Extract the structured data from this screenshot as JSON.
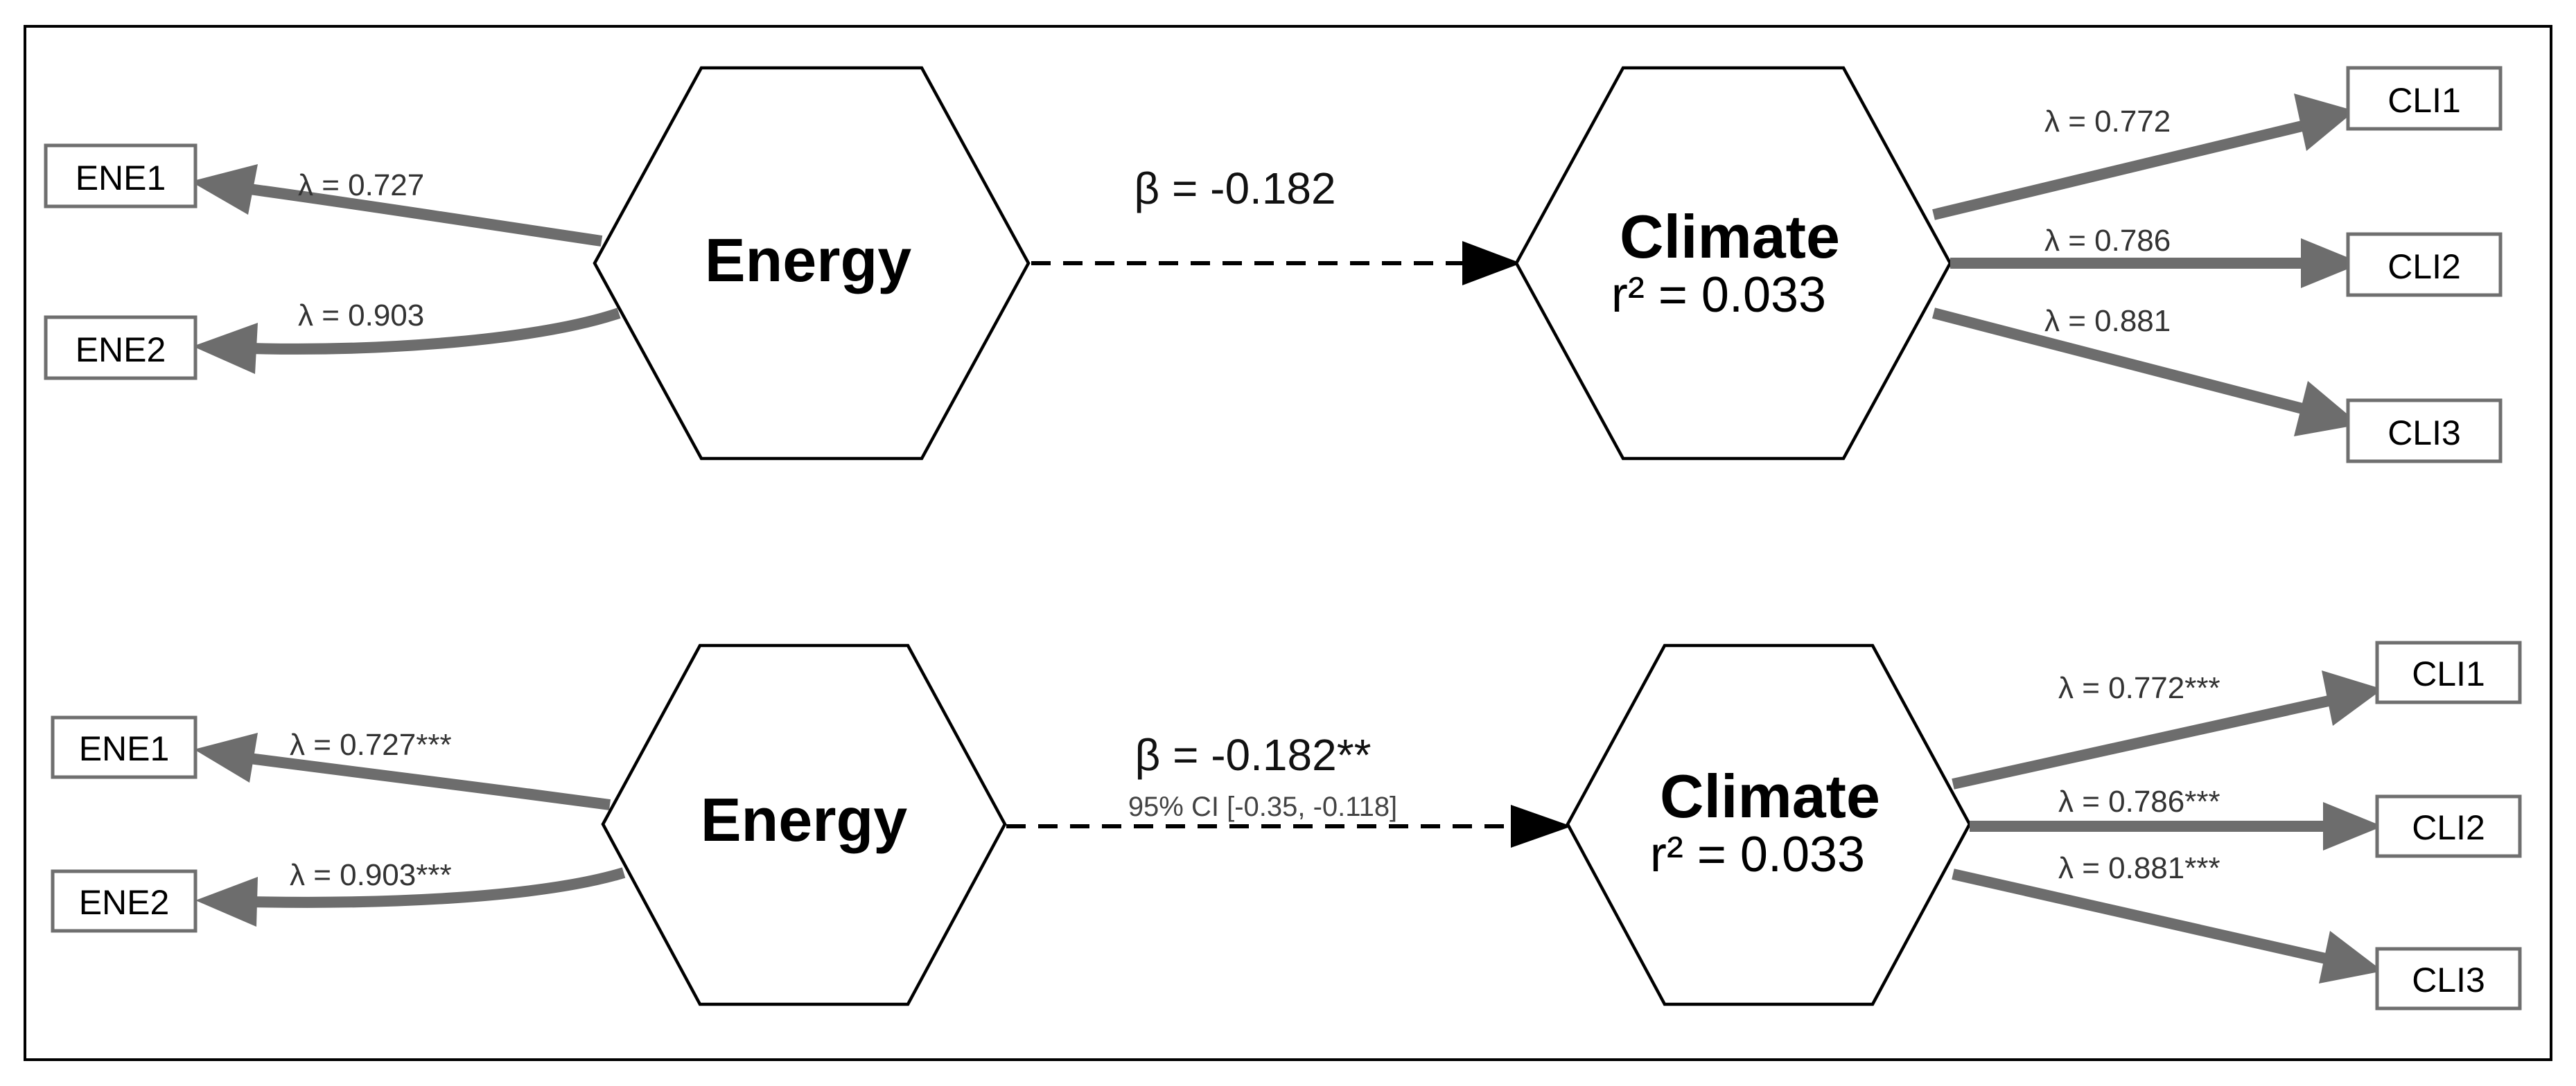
{
  "panels": [
    {
      "id": "top",
      "exogenous": {
        "name": "Energy",
        "indicators": [
          "ENE1",
          "ENE2"
        ],
        "loadings": [
          "λ = 0.727",
          "λ = 0.903"
        ]
      },
      "endogenous": {
        "name": "Climate",
        "r2": "r² = 0.033",
        "indicators": [
          "CLI1",
          "CLI2",
          "CLI3"
        ],
        "loadings": [
          "λ = 0.772",
          "λ = 0.786",
          "λ = 0.881"
        ]
      },
      "path": {
        "beta": "β = -0.182",
        "ci": ""
      }
    },
    {
      "id": "bottom",
      "exogenous": {
        "name": "Energy",
        "indicators": [
          "ENE1",
          "ENE2"
        ],
        "loadings": [
          "λ = 0.727***",
          "λ = 0.903***"
        ]
      },
      "endogenous": {
        "name": "Climate",
        "r2": "r² = 0.033",
        "indicators": [
          "CLI1",
          "CLI2",
          "CLI3"
        ],
        "loadings": [
          "λ = 0.772***",
          "λ = 0.786***",
          "λ = 0.881***"
        ]
      },
      "path": {
        "beta": "β = -0.182**",
        "ci": "95% CI [-0.35, -0.118]"
      }
    }
  ],
  "colors": {
    "arrow": "#6d6d6d",
    "path": "#000000",
    "box_border": "#6f6f6f"
  }
}
